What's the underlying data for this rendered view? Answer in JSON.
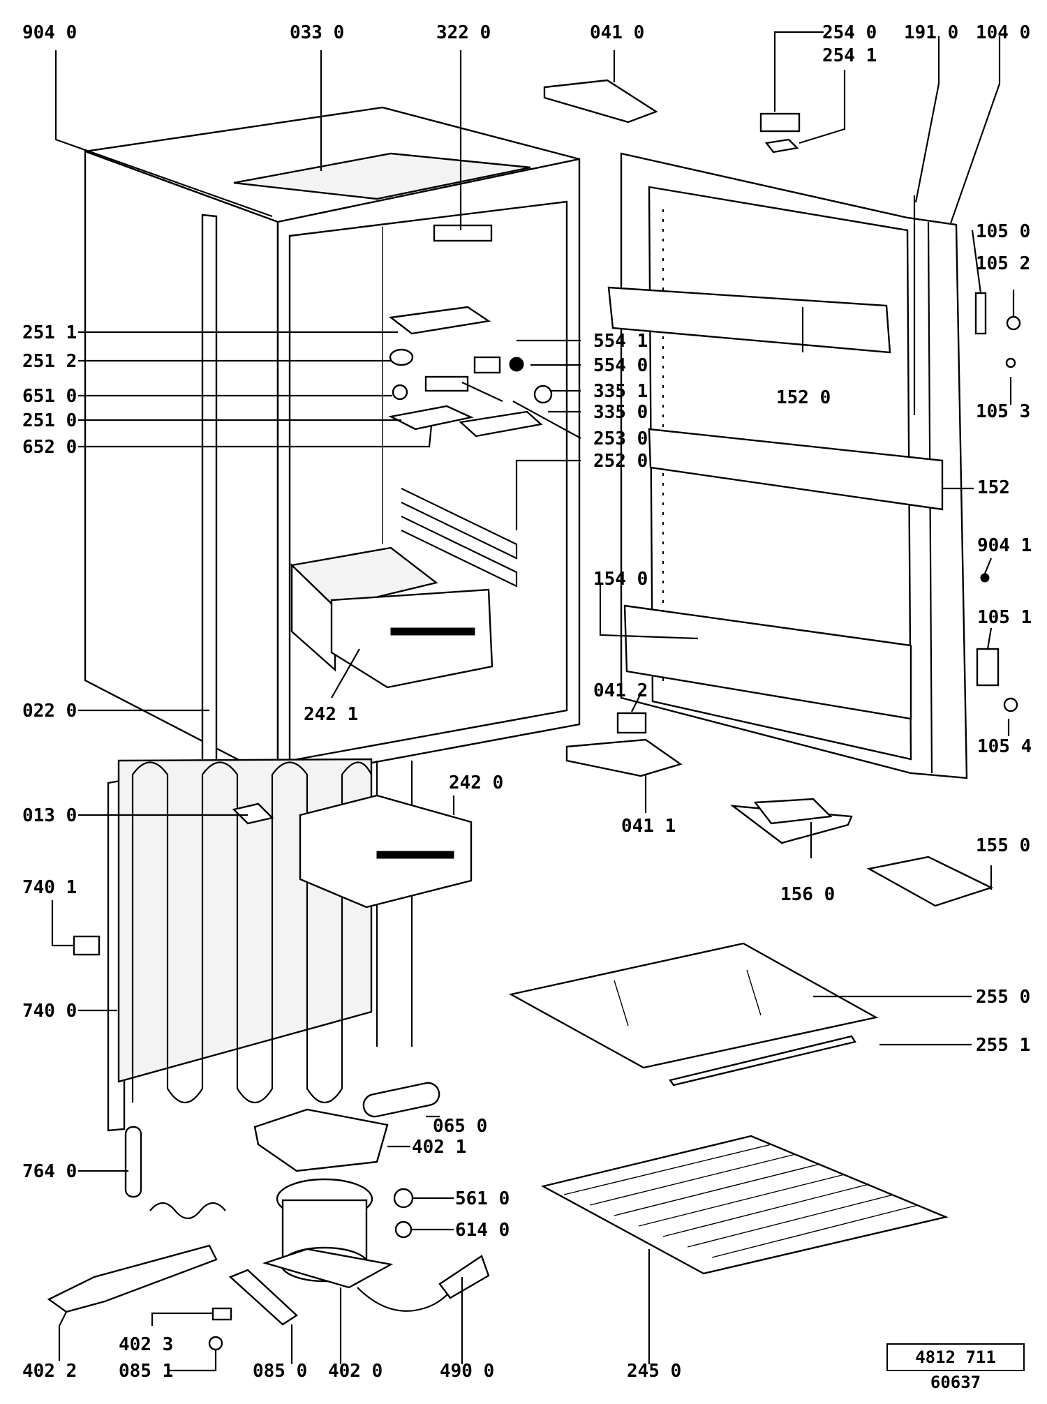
{
  "labels": {
    "l9040": "904 0",
    "l0330": "033 0",
    "l3220": "322 0",
    "l0410": "041 0",
    "l2540": "254 0",
    "l2541": "254 1",
    "l1910": "191 0",
    "l1040": "104 0",
    "l1050": "105 0",
    "l1052": "105 2",
    "l1053": "105 3",
    "l1520": "152 0",
    "l152": "152",
    "l9041": "904 1",
    "l1051": "105 1",
    "l1054": "105 4",
    "l1540": "154 0",
    "l0412": "041 2",
    "l0411": "041 1",
    "l2511": "251 1",
    "l2512": "251 2",
    "l6510": "651 0",
    "l2510": "251 0",
    "l6520": "652 0",
    "l5541": "554 1",
    "l5540": "554 0",
    "l3351": "335 1",
    "l3350": "335 0",
    "l2530": "253 0",
    "l2520": "252 0",
    "l2421": "242 1",
    "l0220": "022 0",
    "l2420": "242 0",
    "l0130": "013 0",
    "l7401": "740 1",
    "l7400": "740 0",
    "l1560": "156 0",
    "l1550": "155 0",
    "l2550": "255 0",
    "l2551": "255 1",
    "l0650": "065 0",
    "l4021": "402 1",
    "l7640": "764 0",
    "l5610": "561 0",
    "l6140": "614 0",
    "l4023": "402 3",
    "l0851": "085 1",
    "l4022": "402 2",
    "l0850": "085 0",
    "l4020": "402 0",
    "l4900": "490 0",
    "l2450": "245 0"
  },
  "document_number": "4812 711 60637"
}
